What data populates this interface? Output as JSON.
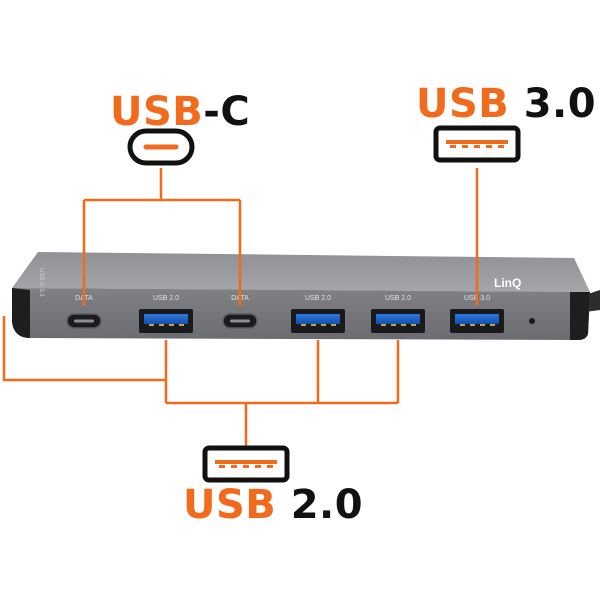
{
  "callouts": {
    "usbc": {
      "a": "USB",
      "b": "-C"
    },
    "usb3": {
      "a": "USB",
      "b": " 3.0"
    },
    "usb2": {
      "a": "USB",
      "b": " 2.0"
    }
  },
  "hub": {
    "brand": "LinQ",
    "side_text": "USB-C 3.1",
    "ports": [
      {
        "type": "usb-c",
        "label": "DATA"
      },
      {
        "type": "usb-a",
        "label": "USB 2.0"
      },
      {
        "type": "usb-c",
        "label": "DATA"
      },
      {
        "type": "usb-a",
        "label": "USB 2.0"
      },
      {
        "type": "usb-a",
        "label": "USB 2.0"
      },
      {
        "type": "usb-a",
        "label": "USB 3.0"
      }
    ]
  },
  "colors": {
    "accent": "#f26a1b",
    "text_dark": "#111111",
    "hub_body": "#8e9094",
    "usb_blue": "#1f63c9"
  },
  "icons": [
    "usb-c-port-icon",
    "usb-a-port-icon"
  ]
}
